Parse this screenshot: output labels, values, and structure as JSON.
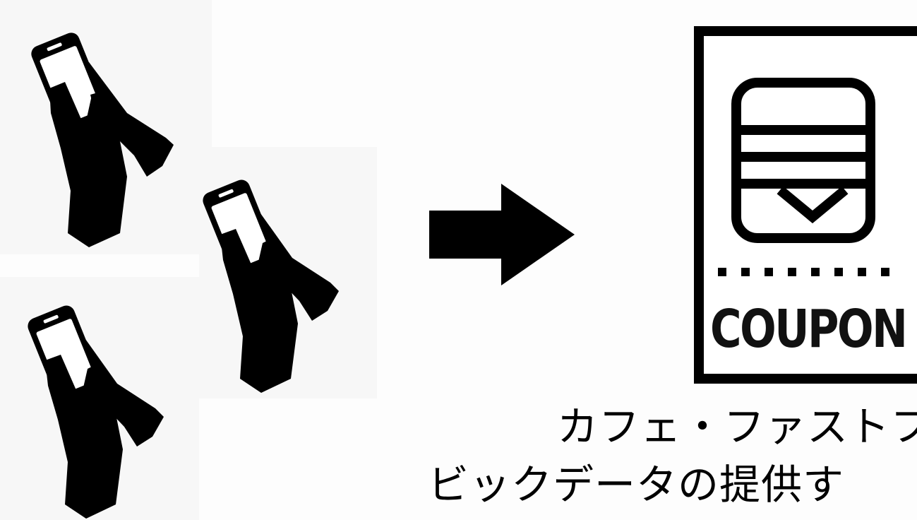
{
  "scene": {
    "illustrations": {
      "phone_user_icon": "hand-holding-smartphone-icon",
      "arrow_icon": "right-arrow-icon",
      "coupon_icon": "burger-coupon-icon"
    },
    "coupon": {
      "label": "COUPON",
      "dot_count": 8
    },
    "caption": {
      "line1": "カフェ・ファストフー",
      "line2": "ビックデータの提供す"
    },
    "colors": {
      "ink": "#000000",
      "background": "#ffffff",
      "panel": "#f7f7f7"
    }
  }
}
